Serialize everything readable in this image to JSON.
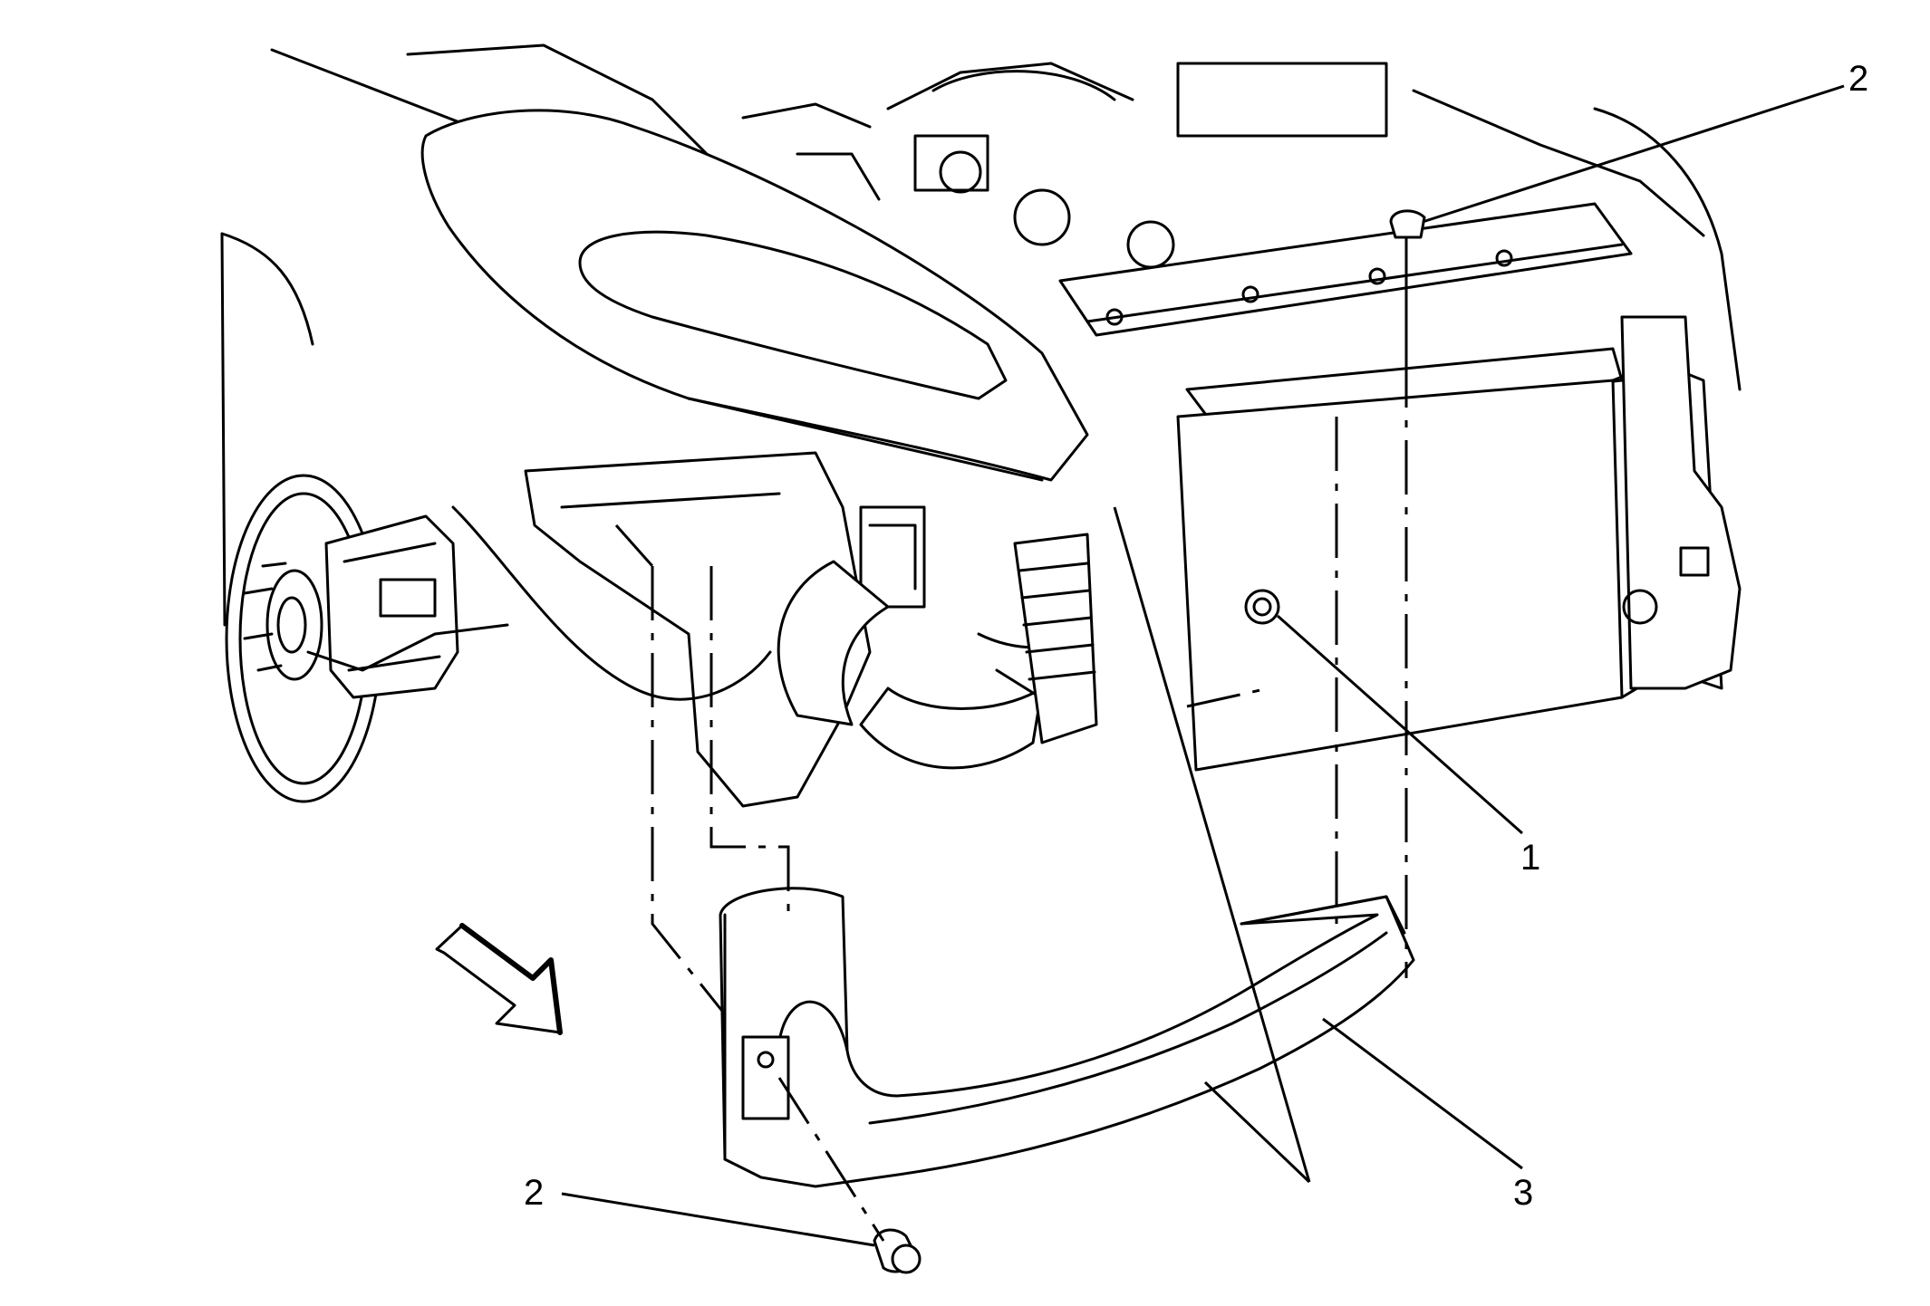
{
  "callouts": [
    {
      "id": "callout-1",
      "label": "1"
    },
    {
      "id": "callout-2-top",
      "label": "2"
    },
    {
      "id": "callout-2-bottom",
      "label": "2"
    },
    {
      "id": "callout-3",
      "label": "3"
    }
  ],
  "icons": [
    "arrow-icon",
    "fastener-icon",
    "push-pin-icon"
  ],
  "colors": {
    "line": "#000000",
    "background": "#ffffff"
  }
}
